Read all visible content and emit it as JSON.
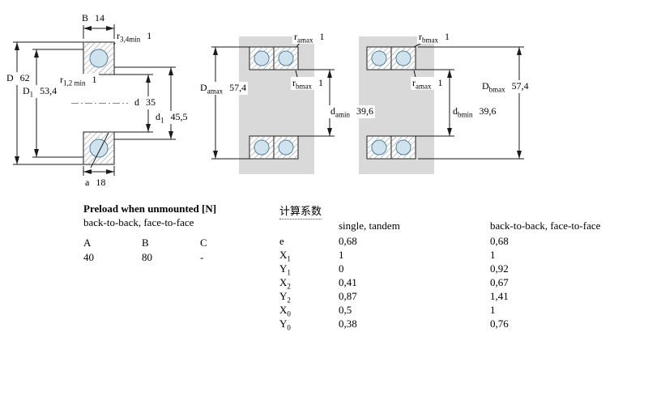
{
  "left_figure": {
    "B": {
      "sym": "B",
      "sub": "",
      "val": "14"
    },
    "r34": {
      "sym": "r",
      "sub": "3,4min",
      "val": "1"
    },
    "D": {
      "sym": "D",
      "sub": "",
      "val": "62"
    },
    "D1": {
      "sym": "D",
      "sub": "1",
      "val": "53,4"
    },
    "r12": {
      "sym": "r",
      "sub": "1,2 min",
      "val": "1"
    },
    "d": {
      "sym": "d",
      "sub": "",
      "val": "35"
    },
    "d1": {
      "sym": "d",
      "sub": "1",
      "val": "45,5"
    },
    "a": {
      "sym": "a",
      "sub": "",
      "val": "18"
    }
  },
  "figure_back_to_back": {
    "r_top": {
      "sym": "r",
      "sub": "amax",
      "val": "1"
    },
    "D": {
      "sym": "D",
      "sub": "amax",
      "val": "57,4"
    },
    "r_mid": {
      "sym": "r",
      "sub": "bmax",
      "val": "1"
    },
    "d": {
      "sym": "d",
      "sub": "amin",
      "val": "39,6"
    }
  },
  "figure_face_to_face": {
    "r_top": {
      "sym": "r",
      "sub": "bmax",
      "val": "1"
    },
    "r_mid": {
      "sym": "r",
      "sub": "amax",
      "val": "1"
    },
    "D": {
      "sym": "D",
      "sub": "bmax",
      "val": "57,4"
    },
    "d": {
      "sym": "d",
      "sub": "bmin",
      "val": "39,6"
    }
  },
  "preload": {
    "title": "Preload when unmounted [N]",
    "subtitle": "back-to-back, face-to-face",
    "columns": [
      "A",
      "B",
      "C"
    ],
    "values": [
      "40",
      "80",
      "-"
    ]
  },
  "factors": {
    "title": "计算系数",
    "col1": "single, tandem",
    "col2": "back-to-back, face-to-face",
    "rows": [
      {
        "sym": "e",
        "sub": "",
        "v1": "0,68",
        "v2": "0,68"
      },
      {
        "sym": "X",
        "sub": "1",
        "v1": "1",
        "v2": "1"
      },
      {
        "sym": "Y",
        "sub": "1",
        "v1": "0",
        "v2": "0,92"
      },
      {
        "sym": "X",
        "sub": "2",
        "v1": "0,41",
        "v2": "0,67"
      },
      {
        "sym": "Y",
        "sub": "2",
        "v1": "0,87",
        "v2": "1,41"
      },
      {
        "sym": "X",
        "sub": "0",
        "v1": "0,5",
        "v2": "1"
      },
      {
        "sym": "Y",
        "sub": "0",
        "v1": "0,38",
        "v2": "0,76"
      }
    ]
  },
  "colors": {
    "ball_fill": "#cfe3ee",
    "ball_stroke": "#4d7f9e",
    "slab_gray": "#d9d9d9",
    "line": "#1a1a1a"
  }
}
